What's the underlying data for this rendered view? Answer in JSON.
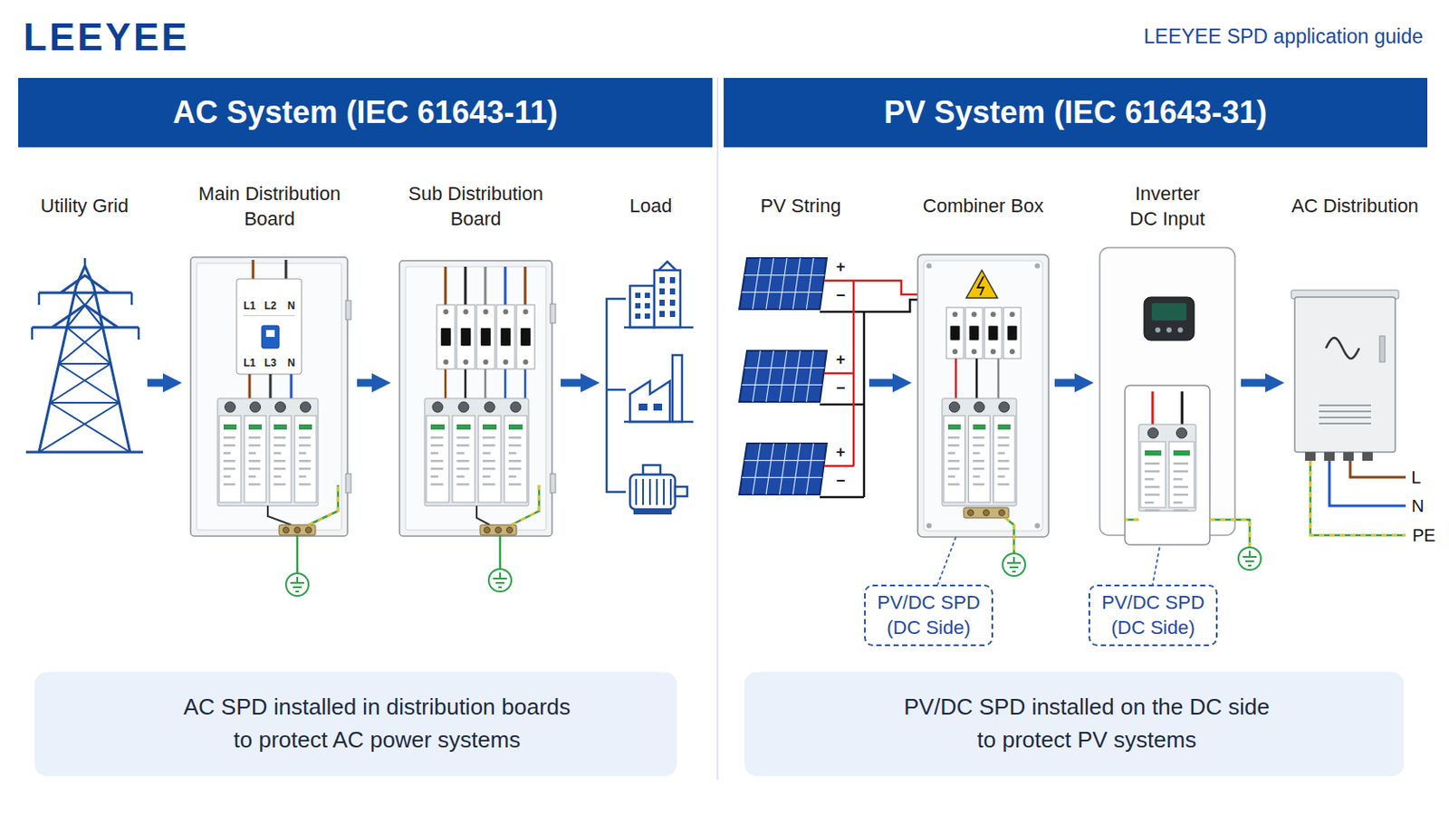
{
  "diagram": {
    "nodes": [
      {
        "text": [
          "AC System (IEC 61643-11)"
        ]
      },
      {
        "text": [
          "Utility Grid"
        ]
      },
      {
        "text": [
          "Main Distribution Board"
        ]
      },
      {
        "text": [
          "Sub Distribution Board"
        ]
      },
      {
        "text": [
          "Load"
        ]
      },
      {
        "text": [
          "AC SPD installed in distribution boards to protect AC power systems"
        ]
      },
      {
        "text": [
          "PV System (IEC 61643-31)"
        ]
      },
      {
        "text": [
          "PV String"
        ]
      },
      {
        "text": [
          "Combiner Box"
        ]
      },
      {
        "text": [
          "Inverter DC Input"
        ]
      },
      {
        "text": [
          "AC Distribution"
        ]
      },
      {
        "text": [
          "PV/DC SPD (DC Side)"
        ]
      },
      {
        "text": [
          "PV/DC SPD (DC Side)"
        ]
      },
      {
        "text": [
          "PV/DC SPD installed on the DC side to protect PV systems"
        ]
      }
    ],
    "edges": [
      {
        "from": 1,
        "to": 2,
        "arrow": "to"
      },
      {
        "from": 2,
        "to": 3,
        "arrow": "to"
      },
      {
        "from": 3,
        "to": 4,
        "arrow": "to"
      },
      {
        "from": 7,
        "to": 8,
        "arrow": "to"
      },
      {
        "from": 8,
        "to": 9,
        "arrow": "to"
      },
      {
        "from": 9,
        "to": 10,
        "arrow": "to"
      },
      {
        "from": 8,
        "to": 11,
        "arrow": "none"
      },
      {
        "from": 9,
        "to": 12,
        "arrow": "none"
      }
    ],
    "labels": [
      "LEEYEE",
      "LEEYEE SPD application guide",
      "L1",
      "L2",
      "N",
      "L1",
      "L3",
      "N",
      "+",
      "−",
      "+",
      "−",
      "+",
      "−",
      "L",
      "N",
      "PE"
    ]
  }
}
